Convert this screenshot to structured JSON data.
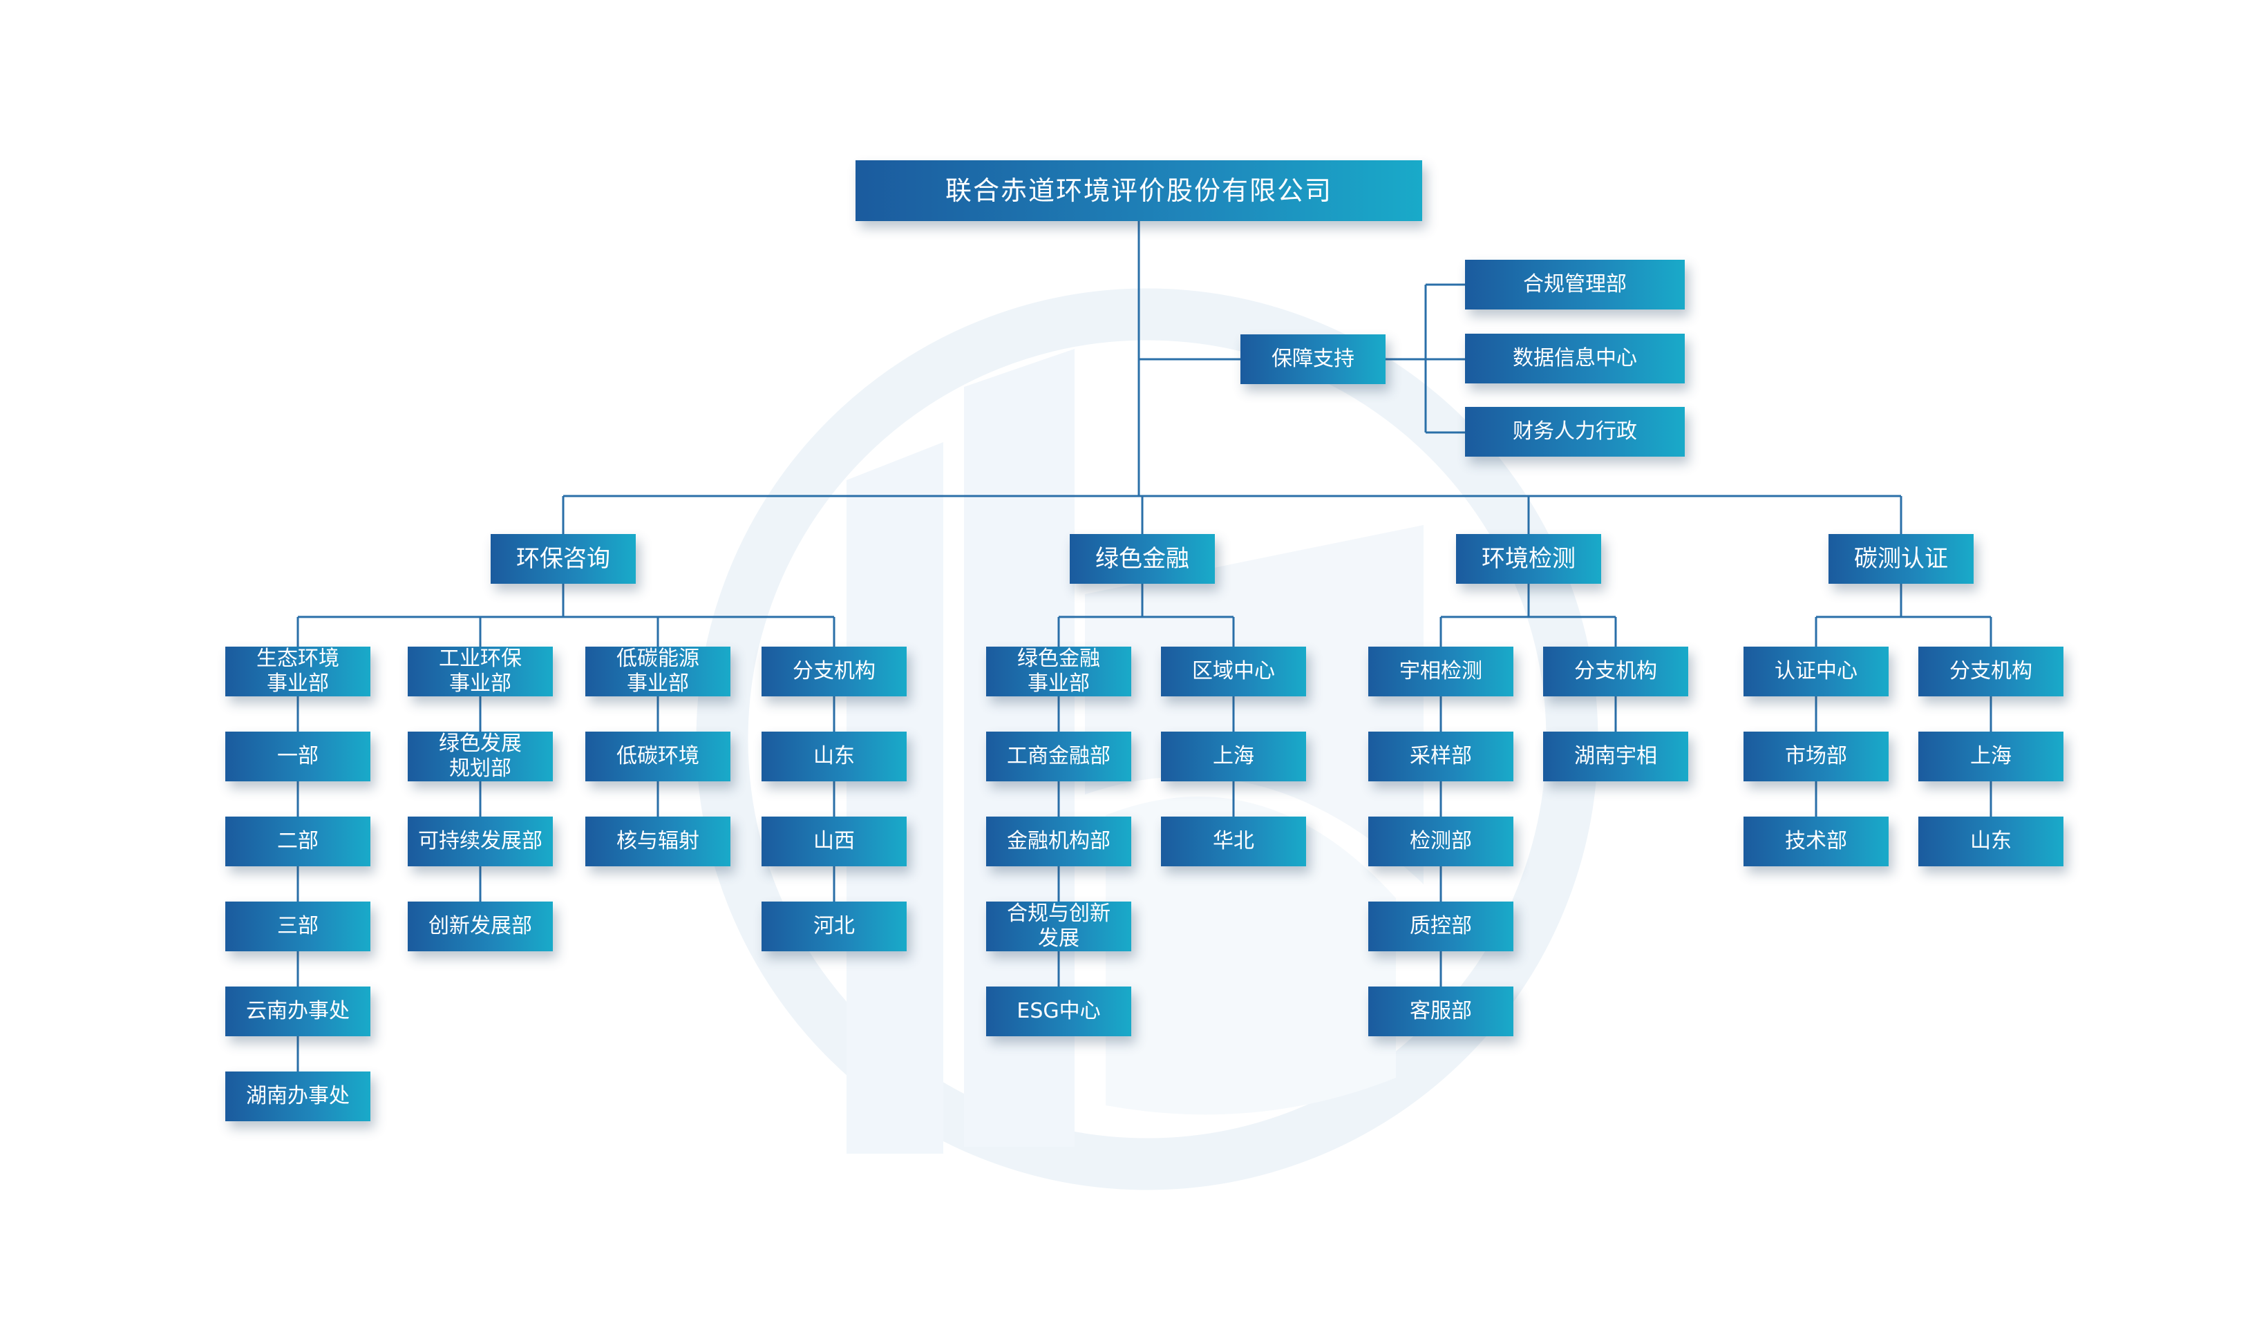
{
  "root": {
    "label": "联合赤道环境评价股份有限公司"
  },
  "support": {
    "label": "保障支持",
    "items": [
      "合规管理部",
      "数据信息中心",
      "财务人力行政"
    ]
  },
  "divisions": [
    {
      "label": "环保咨询",
      "units": [
        {
          "label": "生态环境\n事业部",
          "children": [
            "一部",
            "二部",
            "三部",
            "云南办事处",
            "湖南办事处"
          ]
        },
        {
          "label": "工业环保\n事业部",
          "children": [
            "绿色发展\n规划部",
            "可持续发展部",
            "创新发展部"
          ]
        },
        {
          "label": "低碳能源\n事业部",
          "children": [
            "低碳环境",
            "核与辐射"
          ]
        },
        {
          "label": "分支机构",
          "children": [
            "山东",
            "山西",
            "河北"
          ]
        }
      ]
    },
    {
      "label": "绿色金融",
      "units": [
        {
          "label": "绿色金融\n事业部",
          "children": [
            "工商金融部",
            "金融机构部",
            "合规与创新\n发展",
            "ESG中心"
          ]
        },
        {
          "label": "区域中心",
          "children": [
            "上海",
            "华北"
          ]
        }
      ]
    },
    {
      "label": "环境检测",
      "units": [
        {
          "label": "宇相检测",
          "children": [
            "采样部",
            "检测部",
            "质控部",
            "客服部"
          ]
        },
        {
          "label": "分支机构",
          "children": [
            "湖南宇相"
          ]
        }
      ]
    },
    {
      "label": "碳测认证",
      "units": [
        {
          "label": "认证中心",
          "children": [
            "市场部",
            "技术部"
          ]
        },
        {
          "label": "分支机构",
          "children": [
            "上海",
            "山东"
          ]
        }
      ]
    }
  ]
}
